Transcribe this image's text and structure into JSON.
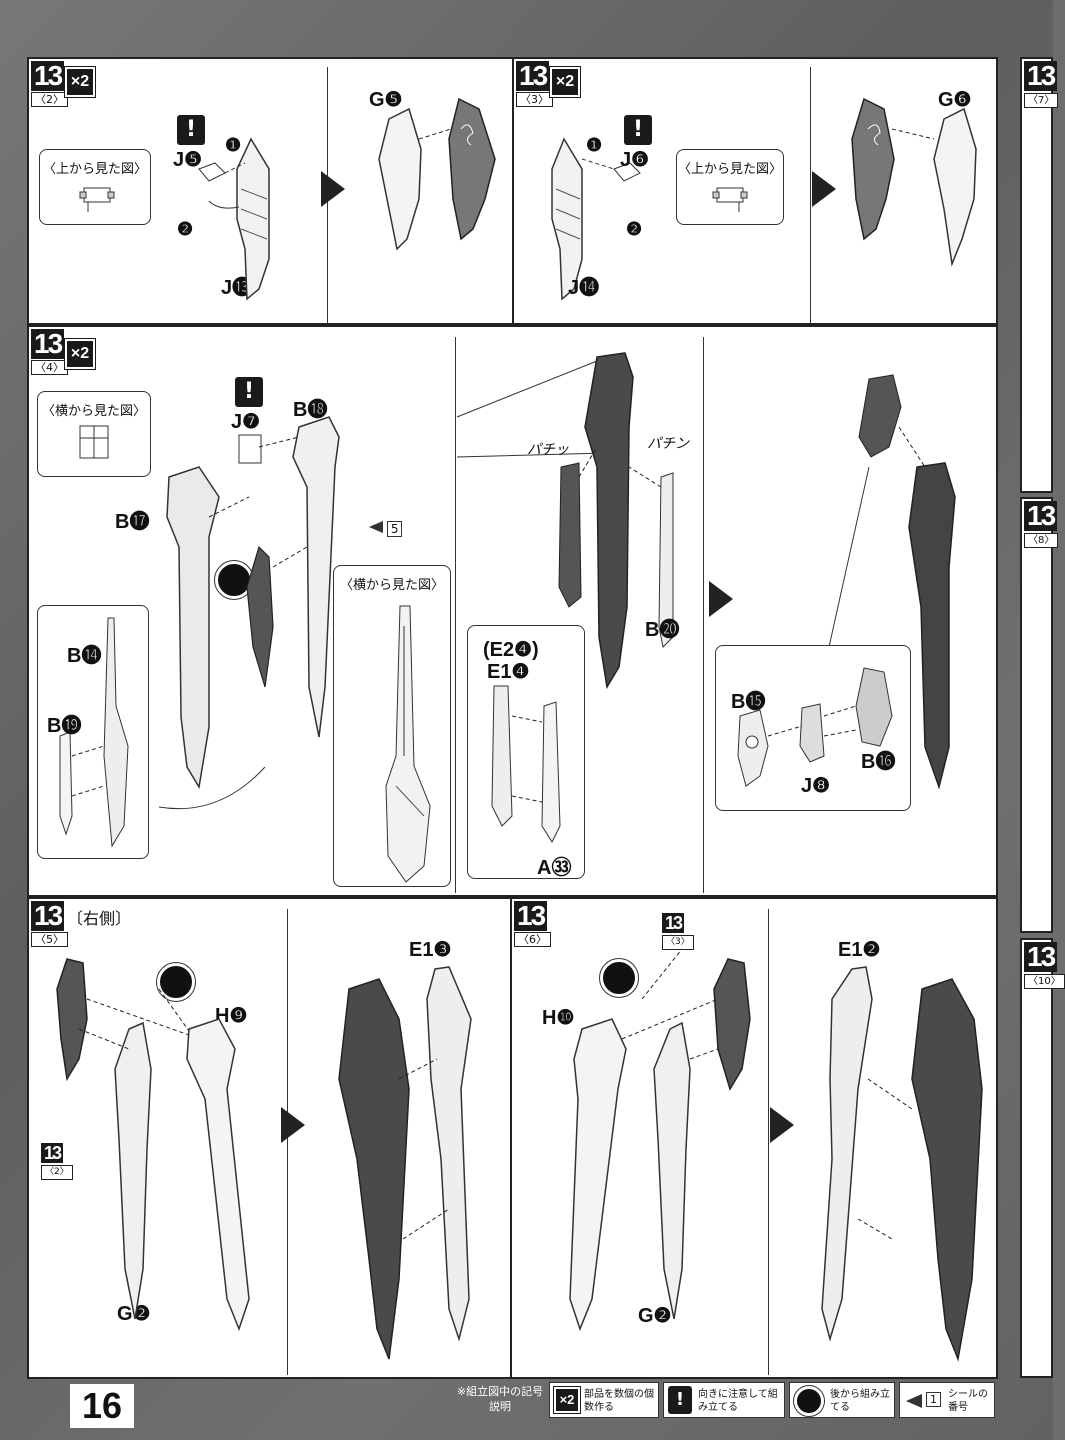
{
  "page_number": "16",
  "steps": {
    "s1": {
      "no": "13",
      "sub": "〈2〉",
      "mult": "×2"
    },
    "s2": {
      "no": "13",
      "sub": "〈3〉",
      "mult": "×2"
    },
    "s3": {
      "no": "13",
      "sub": "〈4〉",
      "mult": "×2"
    },
    "s4": {
      "no": "13",
      "sub": "〈5〉",
      "side": "〔右側〕"
    },
    "s5": {
      "no": "13",
      "sub": "〈6〉"
    },
    "edge1": {
      "no": "13",
      "sub": "〈7〉"
    },
    "edge2": {
      "no": "13",
      "sub": "〈8〉"
    },
    "edge3": {
      "no": "13",
      "sub": "〈10〉"
    }
  },
  "callouts": {
    "top_view": "〈上から見た図〉",
    "side_view": "〈横から見た図〉"
  },
  "labels": {
    "p1": {
      "j5": "J❺",
      "j13": "J⓭",
      "g5": "G❺",
      "n1": "❶",
      "n2": "❷"
    },
    "p2": {
      "j6": "J❻",
      "j14": "J⓮",
      "g6": "G❻",
      "n1": "❶",
      "n2": "❷"
    },
    "p3": {
      "j7": "J❼",
      "b18": "B⓲",
      "b17": "B⓱",
      "b14": "B⓮",
      "b19": "B⓳",
      "sticker": "5",
      "b20": "B⓴",
      "e24": "(E2❹)",
      "e14": "E1❹",
      "a33": "A㉝",
      "b15": "B⓯",
      "b16": "B⓰",
      "j8": "J❽",
      "pachi1": "パチッ",
      "pachi2": "パチン"
    },
    "p4": {
      "h9": "H❾",
      "e13": "E1❸",
      "g2": "G❷",
      "ref": "13",
      "refsub": "〈2〉"
    },
    "p5": {
      "h10": "H❿",
      "e12": "E1❷",
      "g2": "G❷",
      "ref": "13",
      "refsub": "〈3〉"
    }
  },
  "legend": {
    "title": "※組立図中の記号説明",
    "items": [
      {
        "icon": "×2",
        "text": "部品を数個の個数作る"
      },
      {
        "icon": "!",
        "text": "向きに注意して組み立てる"
      },
      {
        "icon": "seal",
        "text": "後から組み立てる"
      },
      {
        "icon": "1",
        "text": "シールの番号"
      }
    ]
  }
}
